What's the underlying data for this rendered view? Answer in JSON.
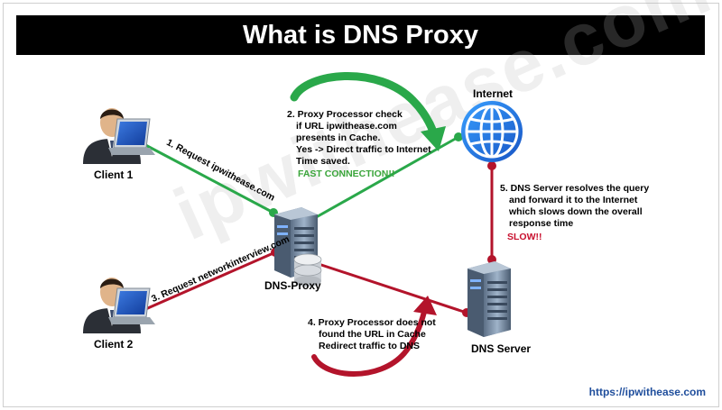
{
  "title": "What is DNS Proxy",
  "nodes": {
    "client1": "Client 1",
    "client2": "Client 2",
    "proxy": "DNS-Proxy",
    "internet": "Internet",
    "dns_server": "DNS Server"
  },
  "edges": {
    "request1": "1. Request ipwithease.com",
    "request3": "3. Request networkinterview.com"
  },
  "annotations": {
    "step2": [
      "2. Proxy Processor check",
      "if URL ipwithease.com",
      "presents in Cache.",
      "Yes -> Direct traffic to Internet",
      "Time saved."
    ],
    "step2_result": "FAST CONNECTION!!",
    "step4": [
      "4. Proxy Processor does not",
      "found the URL in Cache",
      "Redirect traffic to DNS"
    ],
    "step5": [
      "5. DNS Server resolves the query",
      "and forward it to the Internet",
      "which slows down the overall",
      "response time"
    ],
    "step5_result": "SLOW!!"
  },
  "watermark": "ipwithease.com",
  "footer": "https://ipwithease.com",
  "colors": {
    "fast_path": "#2aa84a",
    "slow_path": "#b3142b",
    "title_bg": "#000000",
    "footer_text": "#1f4e9c"
  }
}
